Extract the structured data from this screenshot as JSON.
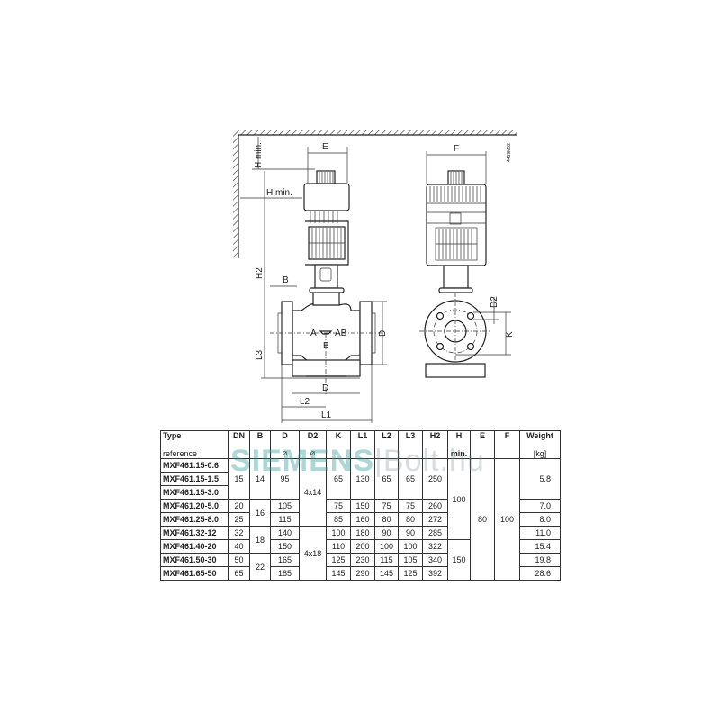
{
  "drawing": {
    "code": "4459M02",
    "labels": {
      "e": "E",
      "f": "F",
      "h_min_vertical": "H min.",
      "h_min_horizontal": "H min.",
      "h2": "H2",
      "b_flange": "B",
      "port_a": "A",
      "port_ab": "AB",
      "port_b": "B",
      "d_right": "D",
      "l3": "L3",
      "d_bottom": "D",
      "l2": "L2",
      "l1": "L1",
      "d2": "D2",
      "k": "K"
    }
  },
  "watermark": {
    "brand": "SIEMENS",
    "shop": "Bolt.hu"
  },
  "table": {
    "headers": {
      "type": [
        "Type",
        "reference"
      ],
      "dn": "DN",
      "b": "B",
      "d": [
        "D",
        "⌀"
      ],
      "d2": [
        "D2",
        "⌀"
      ],
      "k": "K",
      "l1": "L1",
      "l2": "L2",
      "l3": "L3",
      "h2": "H2",
      "h": [
        "H",
        "min."
      ],
      "e": "E",
      "f": "F",
      "weight": [
        "Weight",
        "[kg]"
      ]
    },
    "rows": [
      {
        "type": "MXF461.15-0.6"
      },
      {
        "type": "MXF461.15-1.5",
        "dn": "15",
        "b": "14",
        "d": "95",
        "k": "65",
        "l1": "130",
        "l2": "65",
        "l3": "65",
        "h2": "250",
        "weight": "5.8"
      },
      {
        "type": "MXF461.15-3.0"
      },
      {
        "type": "MXF461.20-5.0",
        "dn": "20",
        "d": "105",
        "k": "75",
        "l1": "150",
        "l2": "75",
        "l3": "75",
        "h2": "260",
        "weight": "7.0"
      },
      {
        "type": "MXF461.25-8.0",
        "dn": "25",
        "d": "115",
        "k": "85",
        "l1": "160",
        "l2": "80",
        "l3": "80",
        "h2": "272",
        "weight": "8.0"
      },
      {
        "type": "MXF461.32-12",
        "dn": "32",
        "d": "140",
        "k": "100",
        "l1": "180",
        "l2": "90",
        "l3": "90",
        "h2": "285",
        "weight": "11.0"
      },
      {
        "type": "MXF461.40-20",
        "dn": "40",
        "d": "150",
        "k": "110",
        "l1": "200",
        "l2": "100",
        "l3": "100",
        "h2": "322",
        "weight": "15.4"
      },
      {
        "type": "MXF461.50-30",
        "dn": "50",
        "d": "165",
        "k": "125",
        "l1": "230",
        "l2": "115",
        "l3": "105",
        "h2": "340",
        "weight": "19.8"
      },
      {
        "type": "MXF461.65-50",
        "dn": "65",
        "d": "185",
        "k": "145",
        "l1": "290",
        "l2": "145",
        "l3": "125",
        "h2": "392",
        "weight": "28.6"
      }
    ],
    "merged": {
      "b_20_25": "16",
      "b_32_40": "18",
      "b_50_65": "22",
      "d2_small": "4x14",
      "d2_large": "4x18",
      "h_small": "100",
      "h_large": "150",
      "e": "80",
      "f": "100"
    }
  }
}
